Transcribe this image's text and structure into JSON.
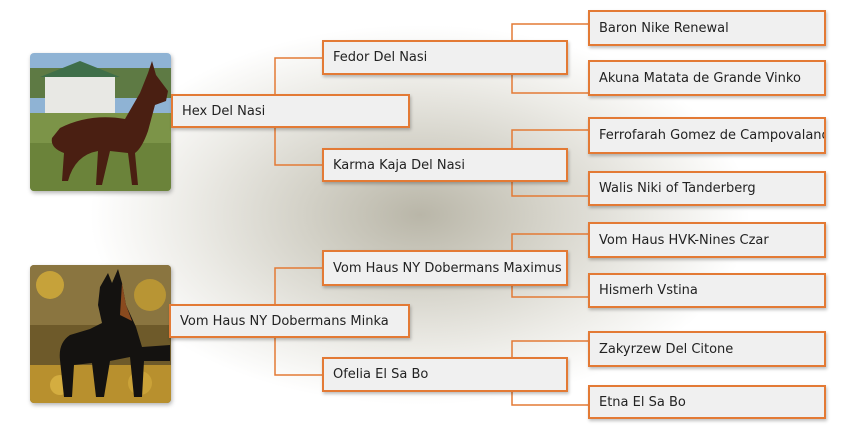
{
  "generations": {
    "dog1": "Hex Del Nasi",
    "dog2": "Vom Haus NY Dobermans Minka",
    "parents": [
      "Fedor Del Nasi",
      "Karma Kaja Del Nasi",
      "Vom Haus NY Dobermans Maximus",
      "Ofelia El Sa Bo"
    ],
    "grandparents": [
      "Baron Nike Renewal",
      "Akuna Matata de Grande Vinko",
      "Ferrofarah Gomez de Campovalano",
      "Walis Niki of Tanderberg",
      "Vom Haus HVK-Nines Czar",
      "Hismerh Vstina",
      "Zakyrzew Del Citone",
      "Etna El Sa Bo"
    ]
  },
  "colors": {
    "accent": "#e37a35",
    "box": "#f0f0f0"
  },
  "photos": [
    "red-doberman-photo",
    "black-tan-doberman-photo"
  ]
}
